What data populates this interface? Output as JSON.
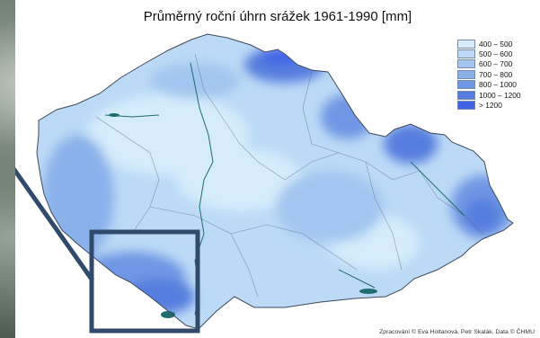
{
  "map": {
    "title": "Průměrný roční úhrn srážek 1961-1990 [mm]",
    "credit": "Zpracování © Eva Holtanová, Petr Skalák. Data © ČHMU"
  },
  "legend": {
    "items": [
      {
        "label": "400 – 500",
        "color": "#d6ecfb"
      },
      {
        "label": "500 – 600",
        "color": "#bcdaf6"
      },
      {
        "label": "600 – 700",
        "color": "#a3c6f0"
      },
      {
        "label": "700 – 800",
        "color": "#8ab1ea"
      },
      {
        "label": "800 – 1000",
        "color": "#6f97e4"
      },
      {
        "label": "1000 – 1200",
        "color": "#577ede"
      },
      {
        "label": "> 1200",
        "color": "#3f63e6"
      }
    ]
  },
  "colors": {
    "zoom_box": "#2f4a6b",
    "zoom_line": "#2f4a6b",
    "river": "#1e6e6e"
  }
}
